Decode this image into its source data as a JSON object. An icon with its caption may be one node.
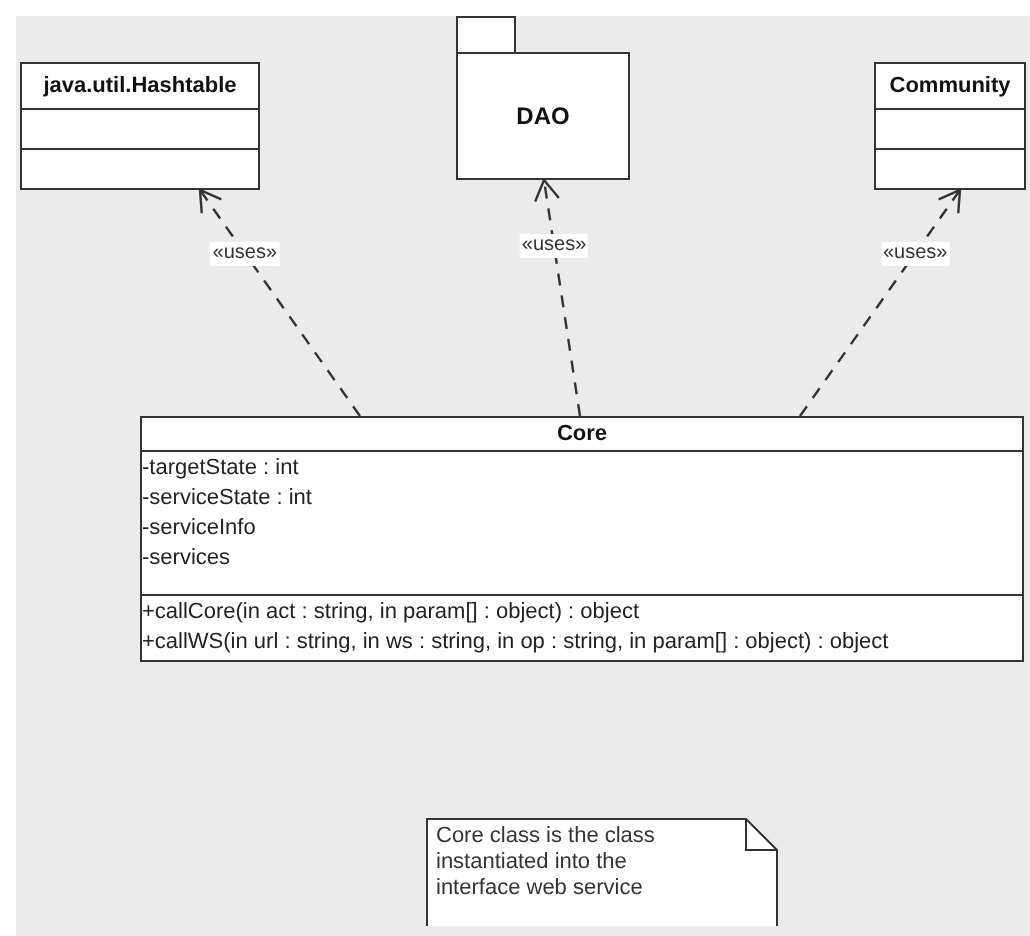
{
  "diagram": {
    "nodes": [
      {
        "text": [
          "java.util.Hashtable"
        ]
      },
      {
        "text": [
          "DAO"
        ]
      },
      {
        "text": [
          "Community"
        ]
      },
      {
        "text": [
          "Core",
          "-targetState : int",
          "-serviceState : int",
          "-serviceInfo",
          "-services",
          "+callCore(in act : string, in param[] : object) : object",
          "+callWS(in url : string, in ws : string, in op : string, in param[] : object) : object"
        ]
      },
      {
        "text": [
          "Core class is the class instantiated into the interface web service"
        ]
      }
    ],
    "edges": [
      {
        "from": 3,
        "to": 0,
        "arrow": "to",
        "label": "«uses»",
        "style": "dashed"
      },
      {
        "from": 3,
        "to": 1,
        "arrow": "to",
        "label": "«uses»",
        "style": "dashed"
      },
      {
        "from": 3,
        "to": 2,
        "arrow": "to",
        "label": "«uses»",
        "style": "dashed"
      }
    ]
  }
}
